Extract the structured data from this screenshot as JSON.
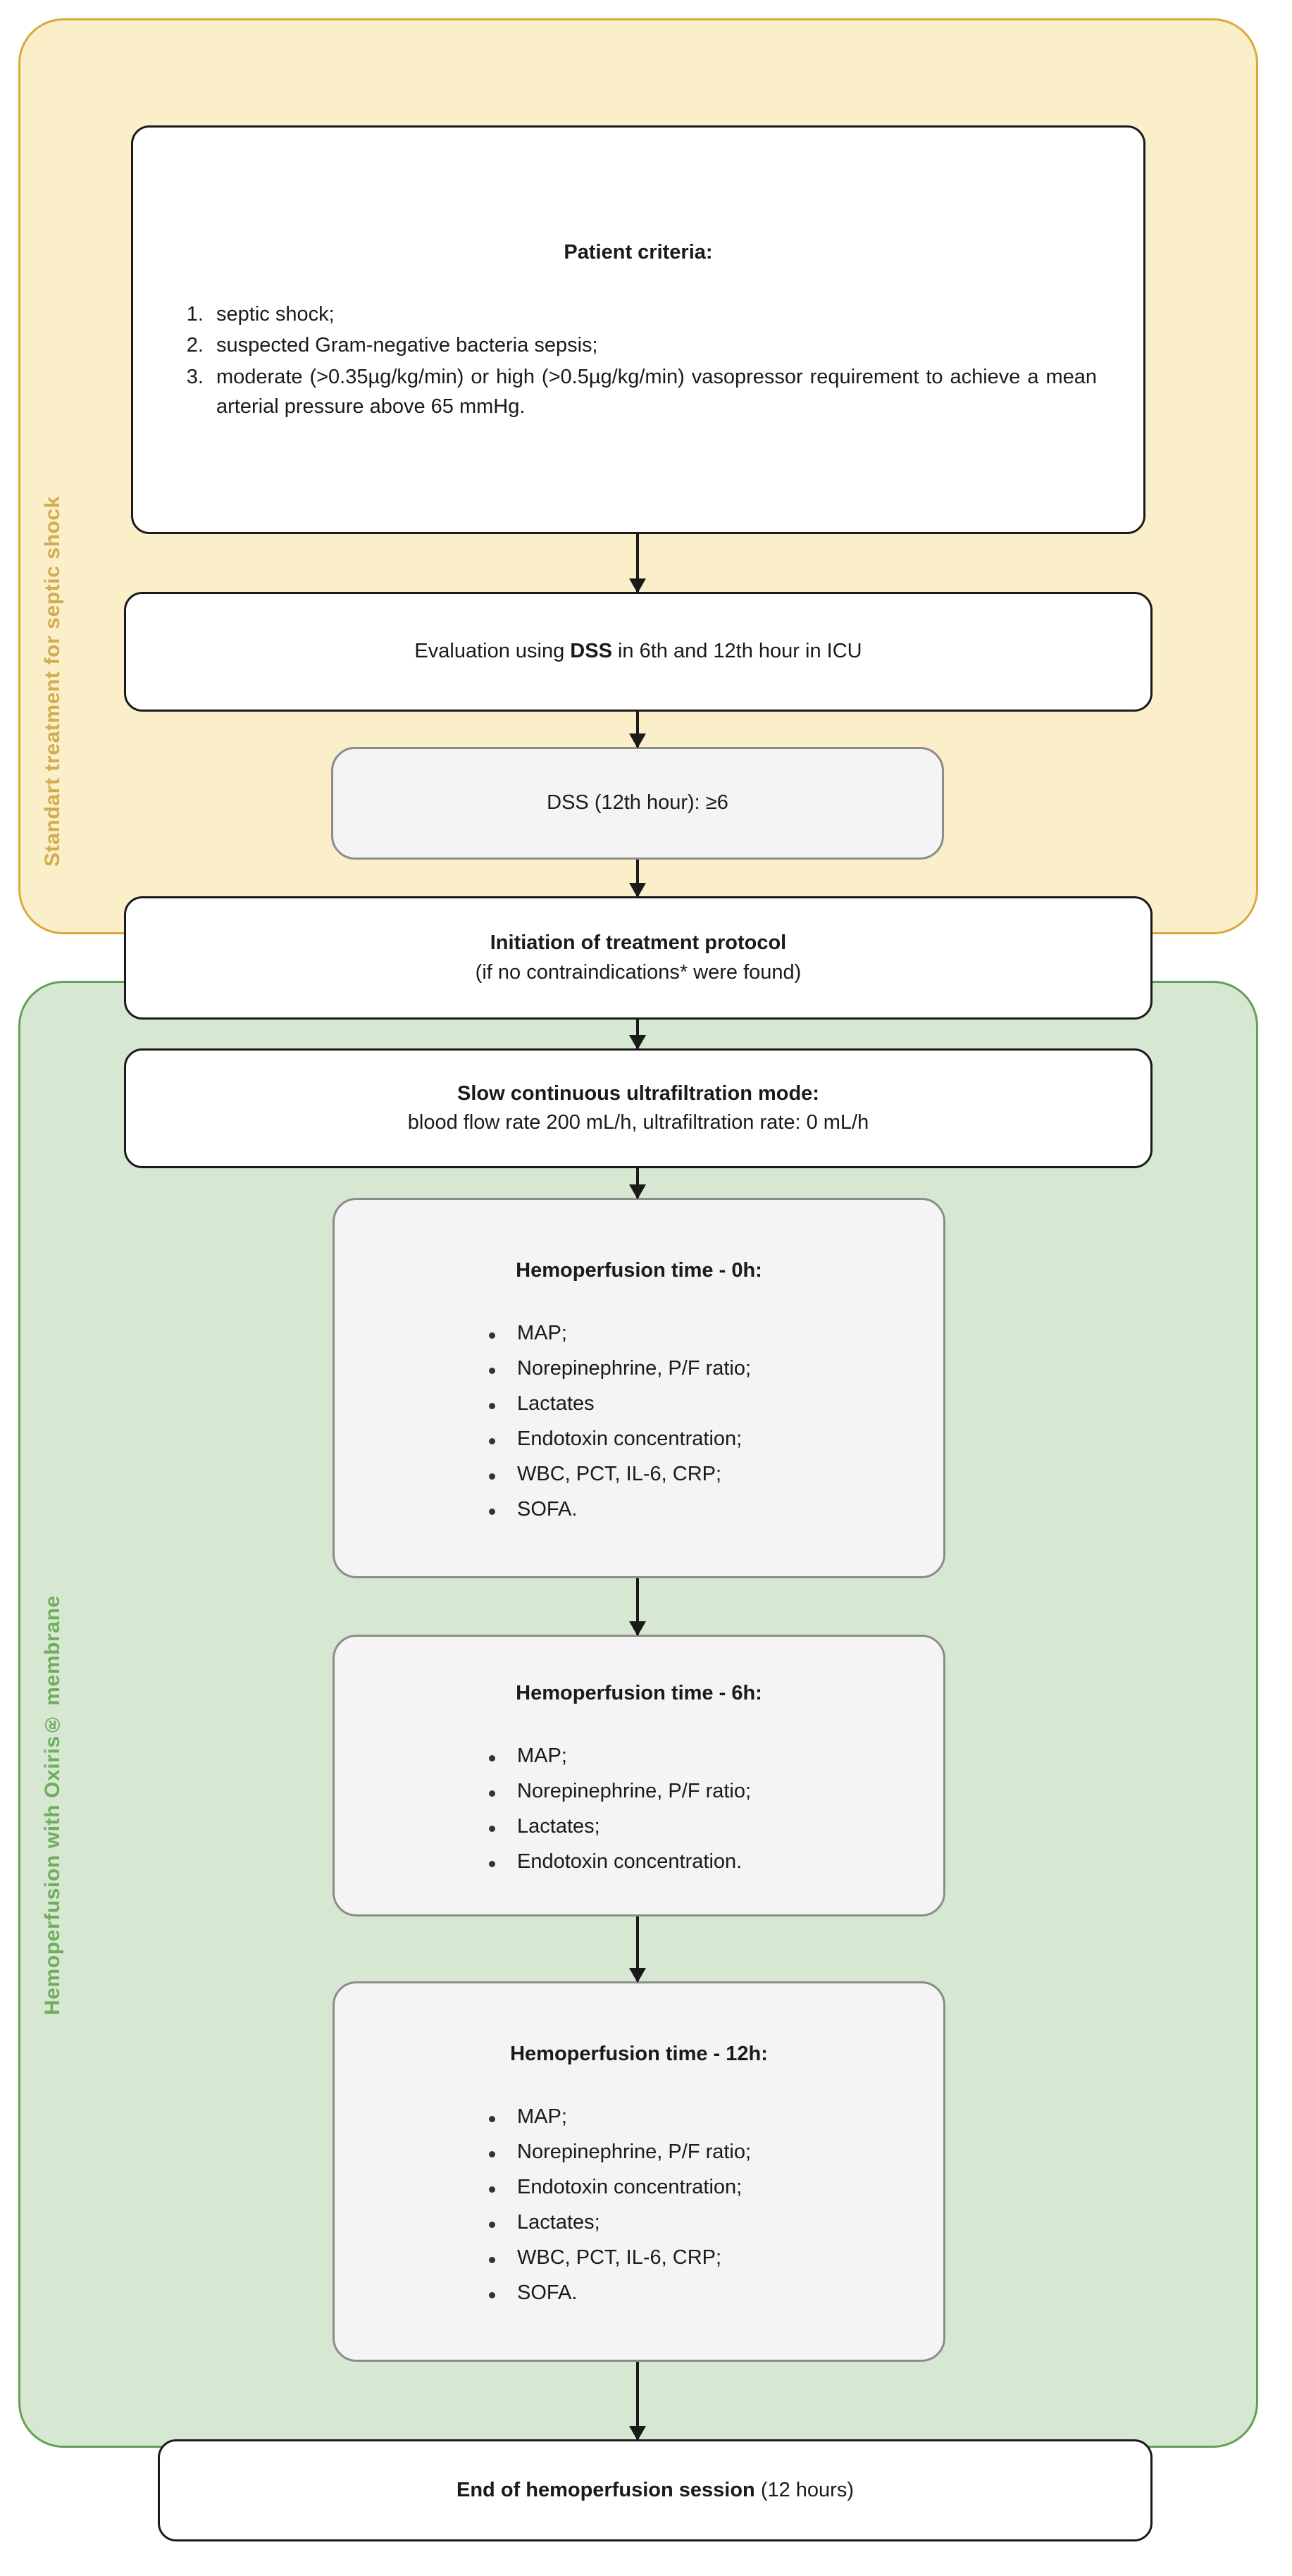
{
  "bands": {
    "standard": {
      "label": "Standart treatment for septic shock",
      "fill": "#FBEFC9",
      "border": "#D9A93A",
      "text_color": "#D2AC4E"
    },
    "hemoperfusion": {
      "label": "Hemoperfusion with Oxiris® membrane",
      "fill": "#D6E8D1",
      "border": "#62A055",
      "text_color": "#6FAE5F"
    }
  },
  "nodes": {
    "patient_criteria": {
      "title": "Patient criteria:",
      "items": [
        "septic shock;",
        "suspected Gram-negative bacteria sepsis;",
        "moderate (>0.35µg/kg/min) or high (>0.5µg/kg/min) vasopressor requirement to achieve a mean arterial pressure above 65 mmHg."
      ]
    },
    "evaluation": {
      "prefix": "Evaluation using ",
      "bold": "DSS",
      "suffix": " in 6th and 12th hour in ICU"
    },
    "dss_score": {
      "text": "DSS (12th hour): ≥6"
    },
    "initiation": {
      "title": "Initiation of treatment protocol",
      "sub": "(if no contraindications* were found)"
    },
    "scuf": {
      "title": "Slow continuous ultrafiltration mode:",
      "sub": "blood flow rate 200 mL/h, ultrafiltration rate: 0 mL/h"
    },
    "hp_0h": {
      "title": "Hemoperfusion time - 0h:",
      "items": [
        "MAP;",
        "Norepinephrine, P/F ratio;",
        "Lactates",
        "Endotoxin concentration;",
        "WBC, PCT, IL-6, CRP;",
        "SOFA."
      ]
    },
    "hp_6h": {
      "title": "Hemoperfusion time - 6h:",
      "items": [
        "MAP;",
        "Norepinephrine, P/F ratio;",
        "Lactates;",
        "Endotoxin concentration."
      ]
    },
    "hp_12h": {
      "title": "Hemoperfusion time - 12h:",
      "items": [
        "MAP;",
        "Norepinephrine, P/F ratio;",
        "Endotoxin concentration;",
        "Lactates;",
        "WBC, PCT, IL-6, CRP;",
        "SOFA."
      ]
    },
    "end_session": {
      "bold": "End of hemoperfusion session",
      "suffix": " (12 hours)"
    }
  }
}
